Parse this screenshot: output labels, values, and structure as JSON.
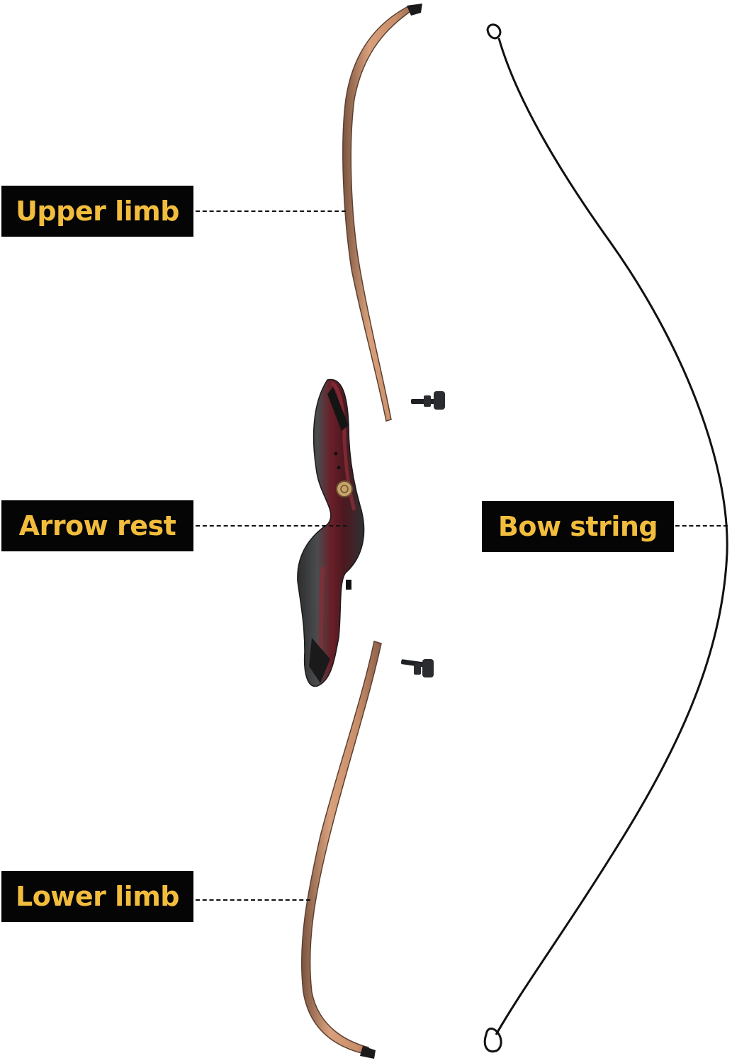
{
  "labels": {
    "upper_limb": "Upper limb",
    "arrow_rest": "Arrow rest",
    "lower_limb": "Lower limb",
    "bow_string": "Bow string"
  },
  "colors": {
    "label_background": "#050505",
    "label_text": "#f2bd3d",
    "limb_wood": "#c98e6a",
    "limb_edge": "#6b4a3a",
    "riser_red": "#6a1f28",
    "riser_gray": "#3b3d3f",
    "string": "#111111"
  }
}
